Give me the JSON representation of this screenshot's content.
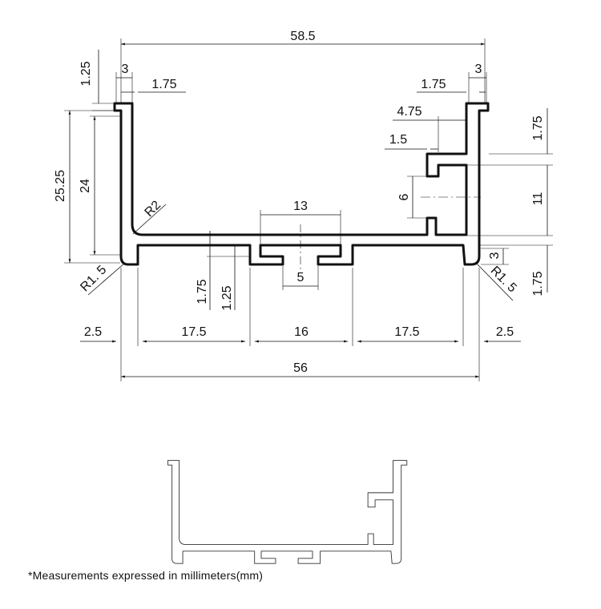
{
  "dimensions": {
    "overall_top_width": "58.5",
    "left_lip_width": "3",
    "left_lip_height": "1.25",
    "left_wall_thickness": "1.75",
    "right_wall_thickness": "1.75",
    "right_lip_width": "3",
    "right_hook_offset": "4.75",
    "right_hook_thickness": "1.5",
    "right_top_lip_height": "1.75",
    "slot_gap": "6",
    "right_inner_height": "11",
    "bottom_step_right": "3",
    "bottom_lip_right": "1.75",
    "outer_height": "25.25",
    "inner_height": "24",
    "inner_radius": "R2",
    "left_corner_radius": "R1. 5",
    "right_corner_radius": "R1. 5",
    "center_slot_width": "13",
    "center_slot_opening": "5",
    "base_thickness": "1.75",
    "base_step": "1.25",
    "left_foot": "2.5",
    "left_span": "17.5",
    "center_span": "16",
    "right_span": "17.5",
    "right_foot": "2.5",
    "overall_bottom_width": "56"
  },
  "footnote": "*Measurements expressed in millimeters(mm)"
}
